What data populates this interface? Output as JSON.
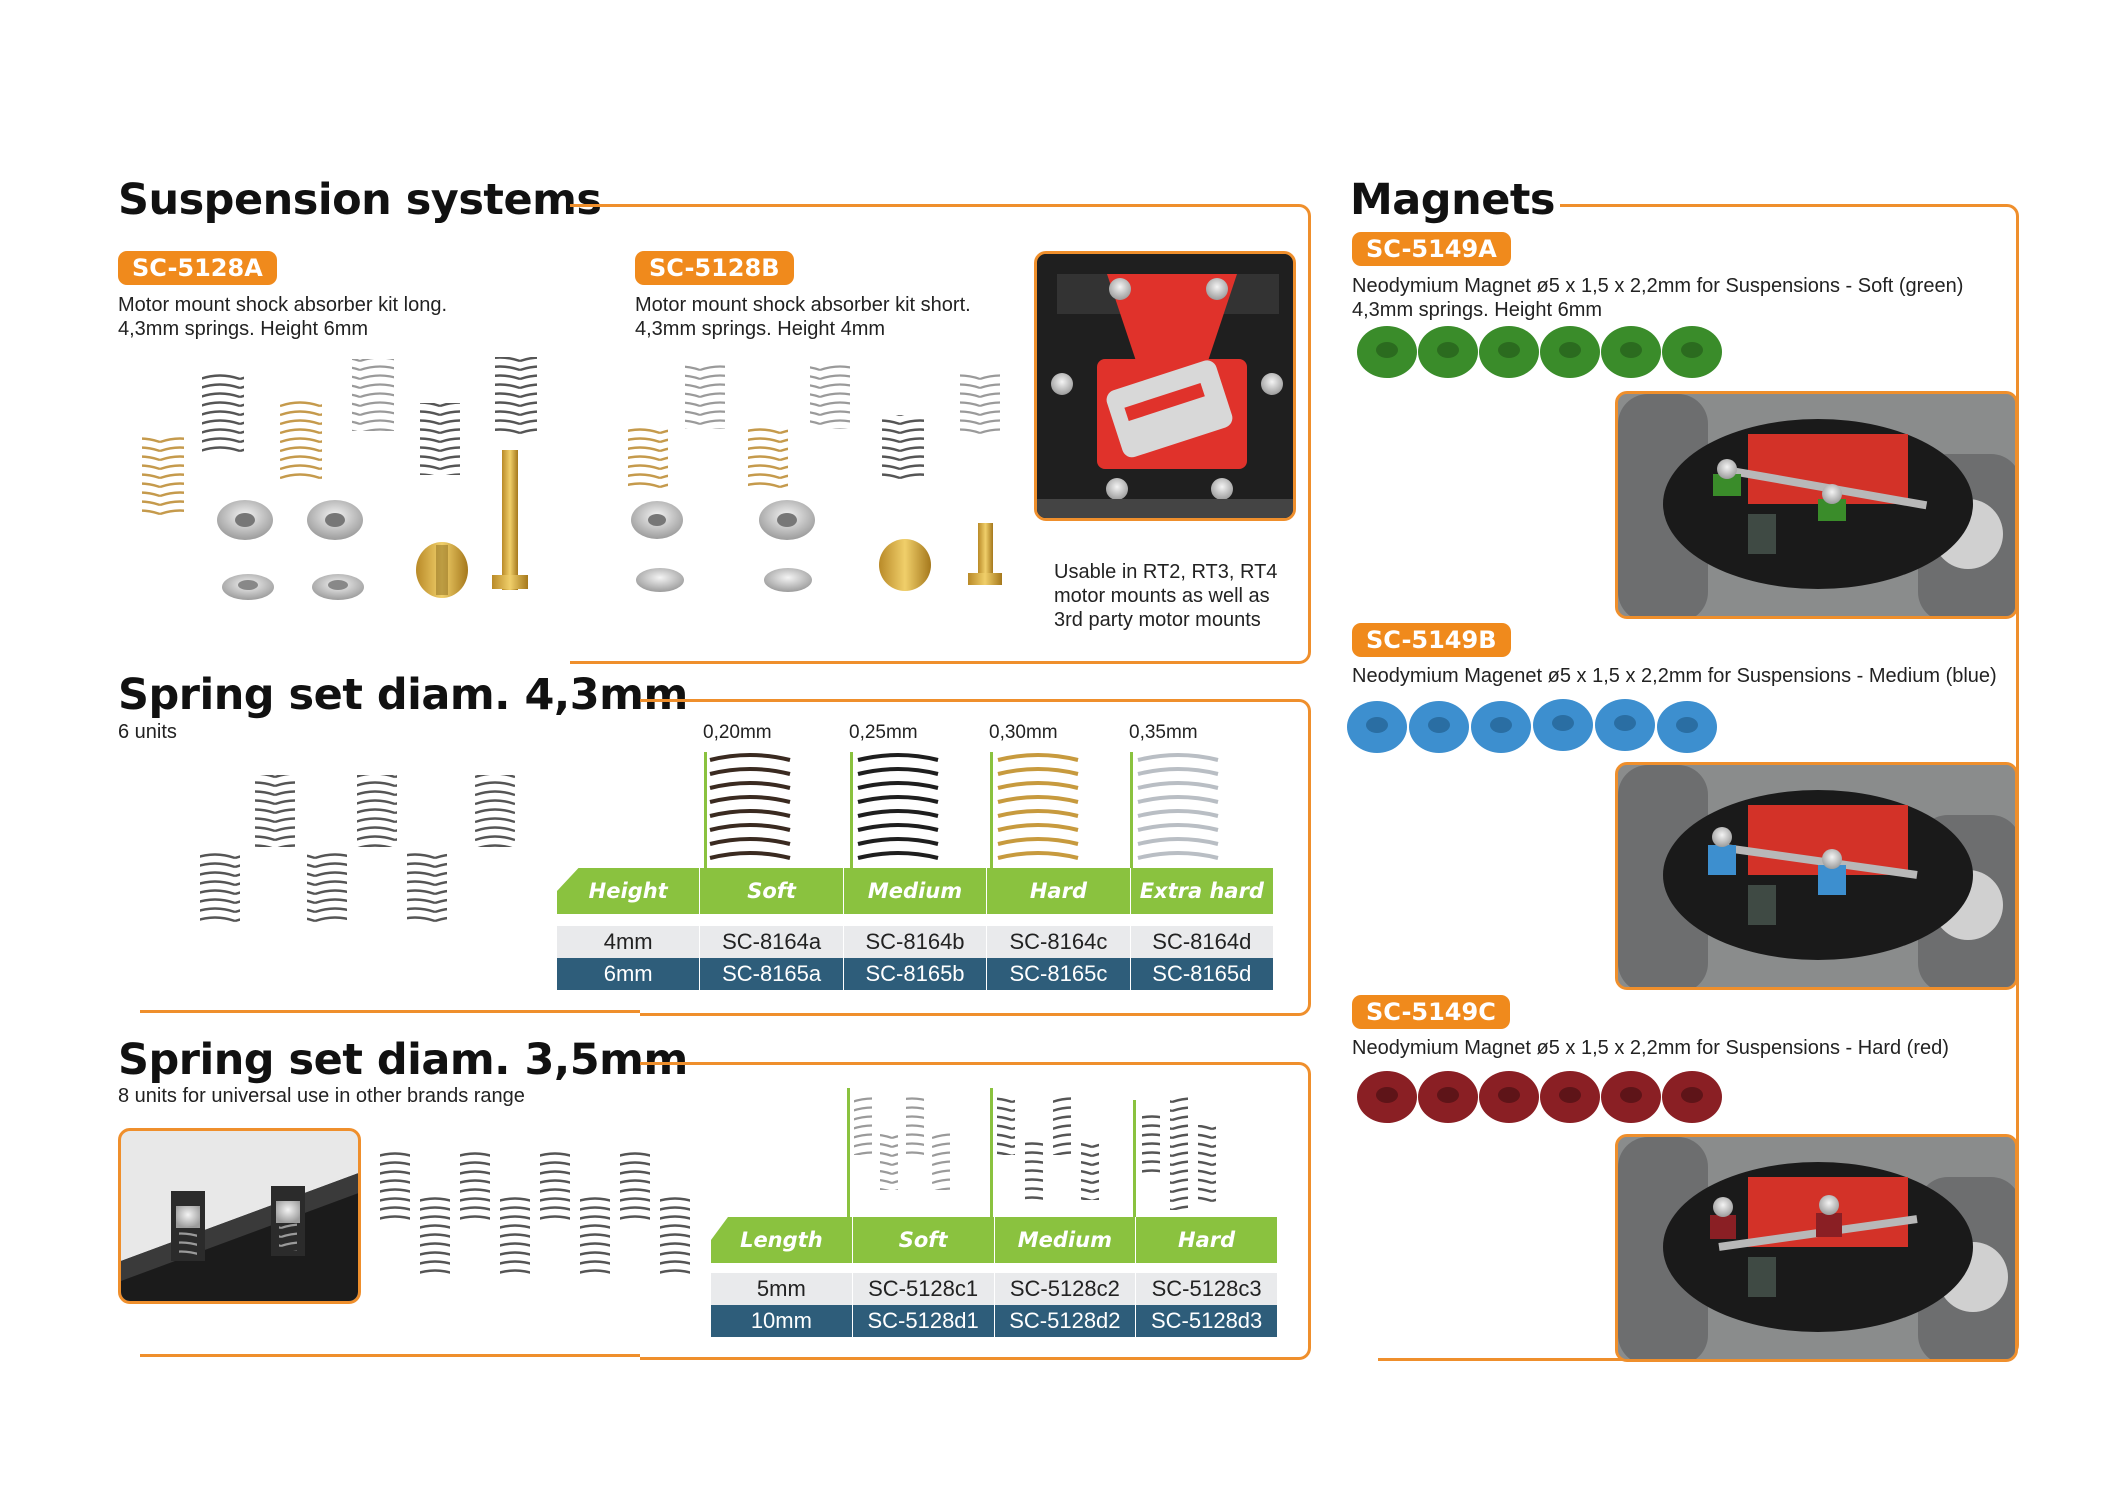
{
  "suspension": {
    "title": "Suspension systems",
    "kit_a": {
      "code": "SC-5128A",
      "line1": "Motor mount shock absorber kit long.",
      "line2": "4,3mm springs. Height 6mm"
    },
    "kit_b": {
      "code": "SC-5128B",
      "line1": "Motor mount shock absorber kit short.",
      "line2": "4,3mm springs. Height 4mm"
    },
    "usable_note": {
      "line1": "Usable in RT2, RT3, RT4",
      "line2": "motor mounts as well as",
      "line3": "3rd party motor mounts"
    }
  },
  "spring43": {
    "title": "Spring set diam. 4,3mm",
    "subtitle": "6 units",
    "measures": [
      "0,20mm",
      "0,25mm",
      "0,30mm",
      "0,35mm"
    ],
    "table": {
      "headers": [
        "Height",
        "Soft",
        "Medium",
        "Hard",
        "Extra hard"
      ],
      "rows": [
        [
          "4mm",
          "SC-8164a",
          "SC-8164b",
          "SC-8164c",
          "SC-8164d"
        ],
        [
          "6mm",
          "SC-8165a",
          "SC-8165b",
          "SC-8165c",
          "SC-8165d"
        ]
      ]
    }
  },
  "spring35": {
    "title": "Spring set diam. 3,5mm",
    "subtitle": "8 units for universal use in other brands range",
    "table": {
      "headers": [
        "Length",
        "Soft",
        "Medium",
        "Hard"
      ],
      "rows": [
        [
          "5mm",
          "SC-5128c1",
          "SC-5128c2",
          "SC-5128c3"
        ],
        [
          "10mm",
          "SC-5128d1",
          "SC-5128d2",
          "SC-5128d3"
        ]
      ]
    }
  },
  "magnets": {
    "title": "Magnets",
    "items": [
      {
        "code": "SC-5149A",
        "line1": "Neodymium Magnet ø5 x 1,5 x 2,2mm for Suspensions - Soft (green)",
        "line2": "4,3mm springs. Height 6mm",
        "color": "#3a8c2a"
      },
      {
        "code": "SC-5149B",
        "line1": "Neodymium Magenet ø5 x 1,5 x 2,2mm for Suspensions - Medium (blue)",
        "line2": "",
        "color": "#3d8fcf"
      },
      {
        "code": "SC-5149C",
        "line1": "Neodymium Magnet ø5 x 1,5 x 2,2mm for Suspensions - Hard (red)",
        "line2": "",
        "color": "#8a1f24"
      }
    ]
  },
  "colors": {
    "accent": "#ef8f2c",
    "green": "#8ac23f",
    "table_dark": "#2e5d7a"
  }
}
